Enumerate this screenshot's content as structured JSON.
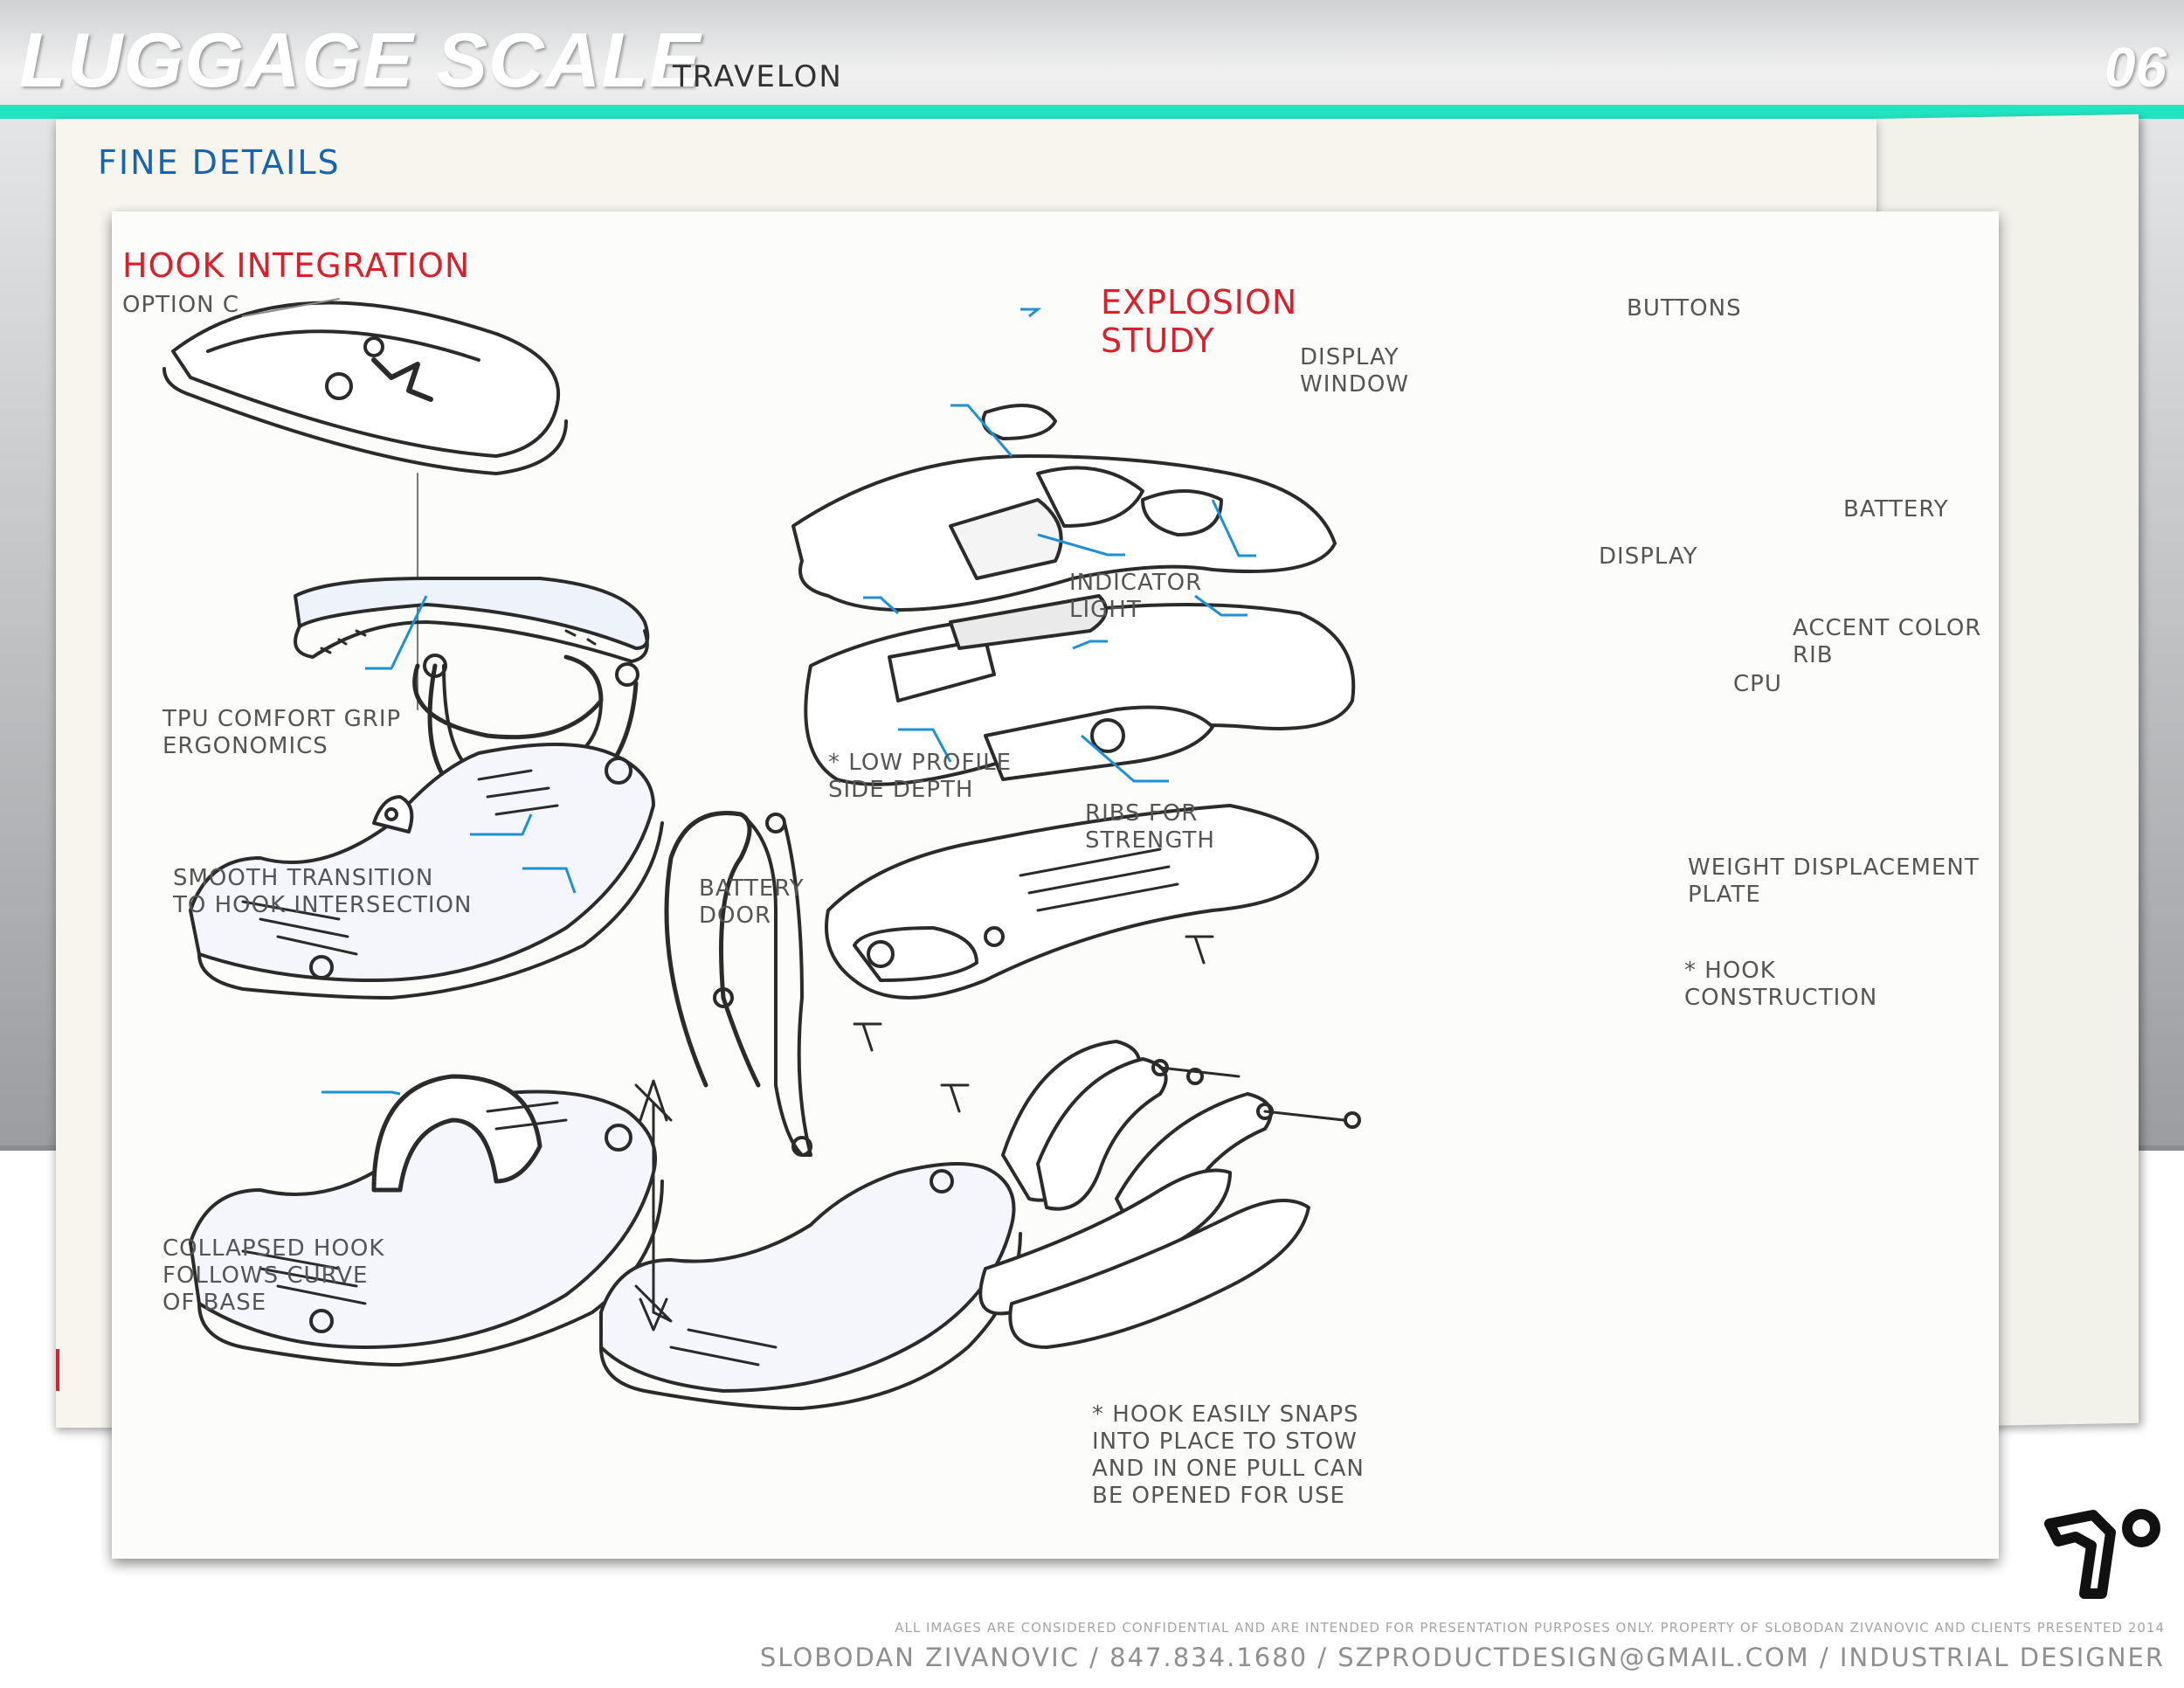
{
  "header": {
    "title": "LUGGAGE SCALE",
    "subtitle": "TRAVELON",
    "page_number": "06"
  },
  "section_label": "FINE DETAILS",
  "left_panel": {
    "heading": "HOOK INTEGRATION",
    "subheading": "OPTION C",
    "callouts": {
      "tpu_grip": "TPU COMFORT GRIP\nERGONOMICS",
      "low_profile": "* LOW PROFILE\nSIDE DEPTH",
      "smooth_transition": "SMOOTH TRANSITION\nTO HOOK INTERSECTION",
      "battery_door": "BATTERY\nDOOR",
      "collapsed_hook": "COLLAPSED HOOK\nFOLLOWS CURVE\nOF BASE",
      "hook_snaps": "* HOOK EASILY SNAPS\nINTO PLACE TO STOW\nAND IN ONE PULL CAN\nBE OPENED FOR USE"
    }
  },
  "right_panel": {
    "heading": "EXPLOSION\nSTUDY",
    "callouts": {
      "buttons": "BUTTONS",
      "display_window": "DISPLAY\nWINDOW",
      "battery": "BATTERY",
      "display": "DISPLAY",
      "indicator_light": "INDICATOR\nLIGHT",
      "accent_color_rib": "ACCENT COLOR\nRIB",
      "cpu": "CPU",
      "ribs_for_strength": "RIBS FOR\nSTRENGTH",
      "weight_displacement_plate": "WEIGHT DISPLACEMENT\nPLATE",
      "hook_construction": "* HOOK\nCONSTRUCTION"
    }
  },
  "footer": {
    "disclaimer": "ALL IMAGES ARE CONSIDERED CONFIDENTIAL AND ARE INTENDED FOR PRESENTATION PURPOSES ONLY. PROPERTY OF SLOBODAN ZIVANOVIC AND CLIENTS PRESENTED 2014",
    "credits": "SLOBODAN ZIVANOVIC / 847.834.1680 / SZPRODUCTDESIGN@GMAIL.COM / INDUSTRIAL DESIGNER"
  },
  "colors": {
    "accent_bar": "#23e4c1",
    "section_label": "#1864ad",
    "heading_red": "#d8212a",
    "callout_line": "#1e90d6"
  },
  "icons": {
    "logo": "designer-logo-icon"
  }
}
